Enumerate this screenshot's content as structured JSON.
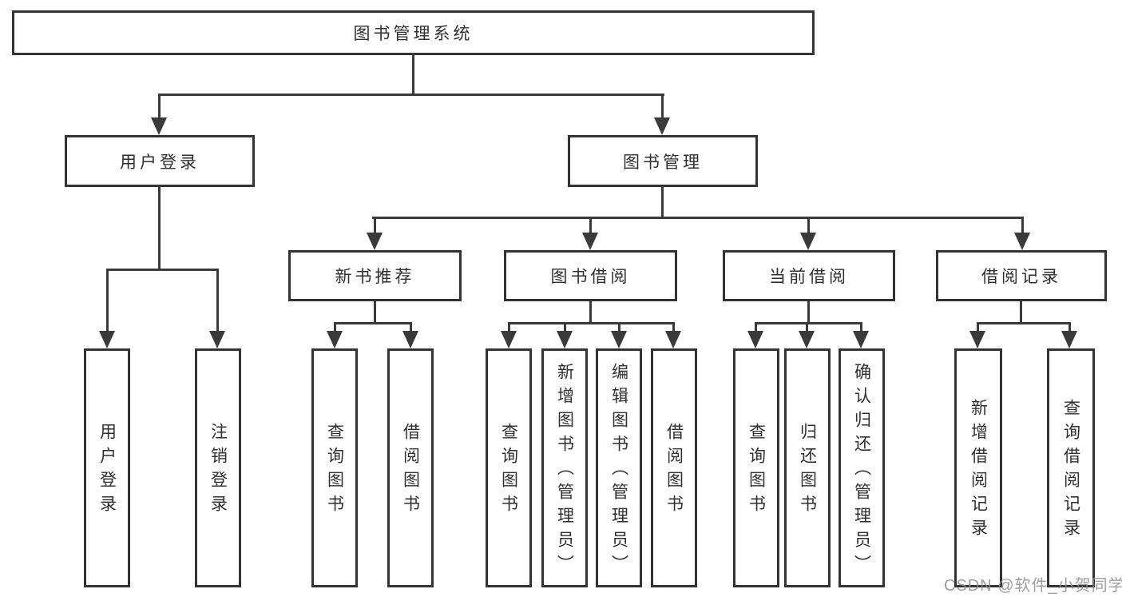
{
  "diagram": {
    "title": "图书管理系统",
    "branches": [
      {
        "label": "用户登录",
        "children": [
          {
            "label": "用户登录"
          },
          {
            "label": "注销登录"
          }
        ]
      },
      {
        "label": "图书管理",
        "children": [
          {
            "label": "新书推荐",
            "children": [
              {
                "label": "查询图书"
              },
              {
                "label": "借阅图书"
              }
            ]
          },
          {
            "label": "图书借阅",
            "children": [
              {
                "label": "查询图书"
              },
              {
                "label": "新增图书（管理员）"
              },
              {
                "label": "编辑图书（管理员）"
              },
              {
                "label": "借阅图书"
              }
            ]
          },
          {
            "label": "当前借阅",
            "children": [
              {
                "label": "查询图书"
              },
              {
                "label": "归还图书"
              },
              {
                "label": "确认归还（管理员）"
              }
            ]
          },
          {
            "label": "借阅记录",
            "children": [
              {
                "label": "新增借阅记录"
              },
              {
                "label": "查询借阅记录"
              }
            ]
          }
        ]
      }
    ]
  },
  "colors": {
    "line": "#3a3a3a",
    "border": "#333333",
    "text": "#2f2f2f",
    "watermark": "#8c8c94"
  },
  "watermark": {
    "text": "CSDN @软件_小贺同学"
  }
}
